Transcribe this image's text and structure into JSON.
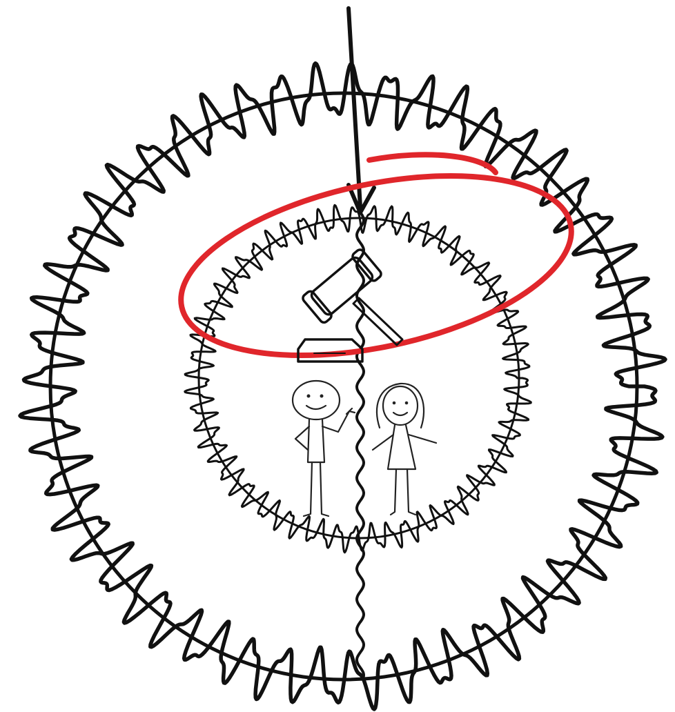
{
  "scene": {
    "kind": "hand-drawn sketch",
    "colors": {
      "ink": "#111111",
      "accent": "#e0262b",
      "background": "#ffffff"
    },
    "elements": [
      "outer-scribble-ring",
      "inner-scribble-ring",
      "downward-arrow",
      "red-loop",
      "gavel-icon",
      "sound-block-icon",
      "man-figure",
      "woman-figure"
    ]
  }
}
